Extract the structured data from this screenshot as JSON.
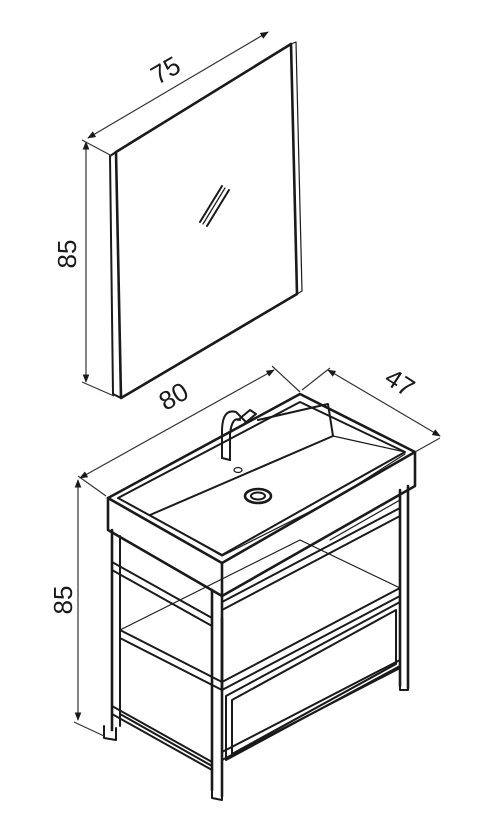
{
  "dimensions": {
    "mirror_width": "75",
    "mirror_height": "85",
    "vanity_width": "80",
    "vanity_depth": "47",
    "vanity_height": "85"
  },
  "colors": {
    "line": "#1a1a1a",
    "background": "#ffffff"
  }
}
